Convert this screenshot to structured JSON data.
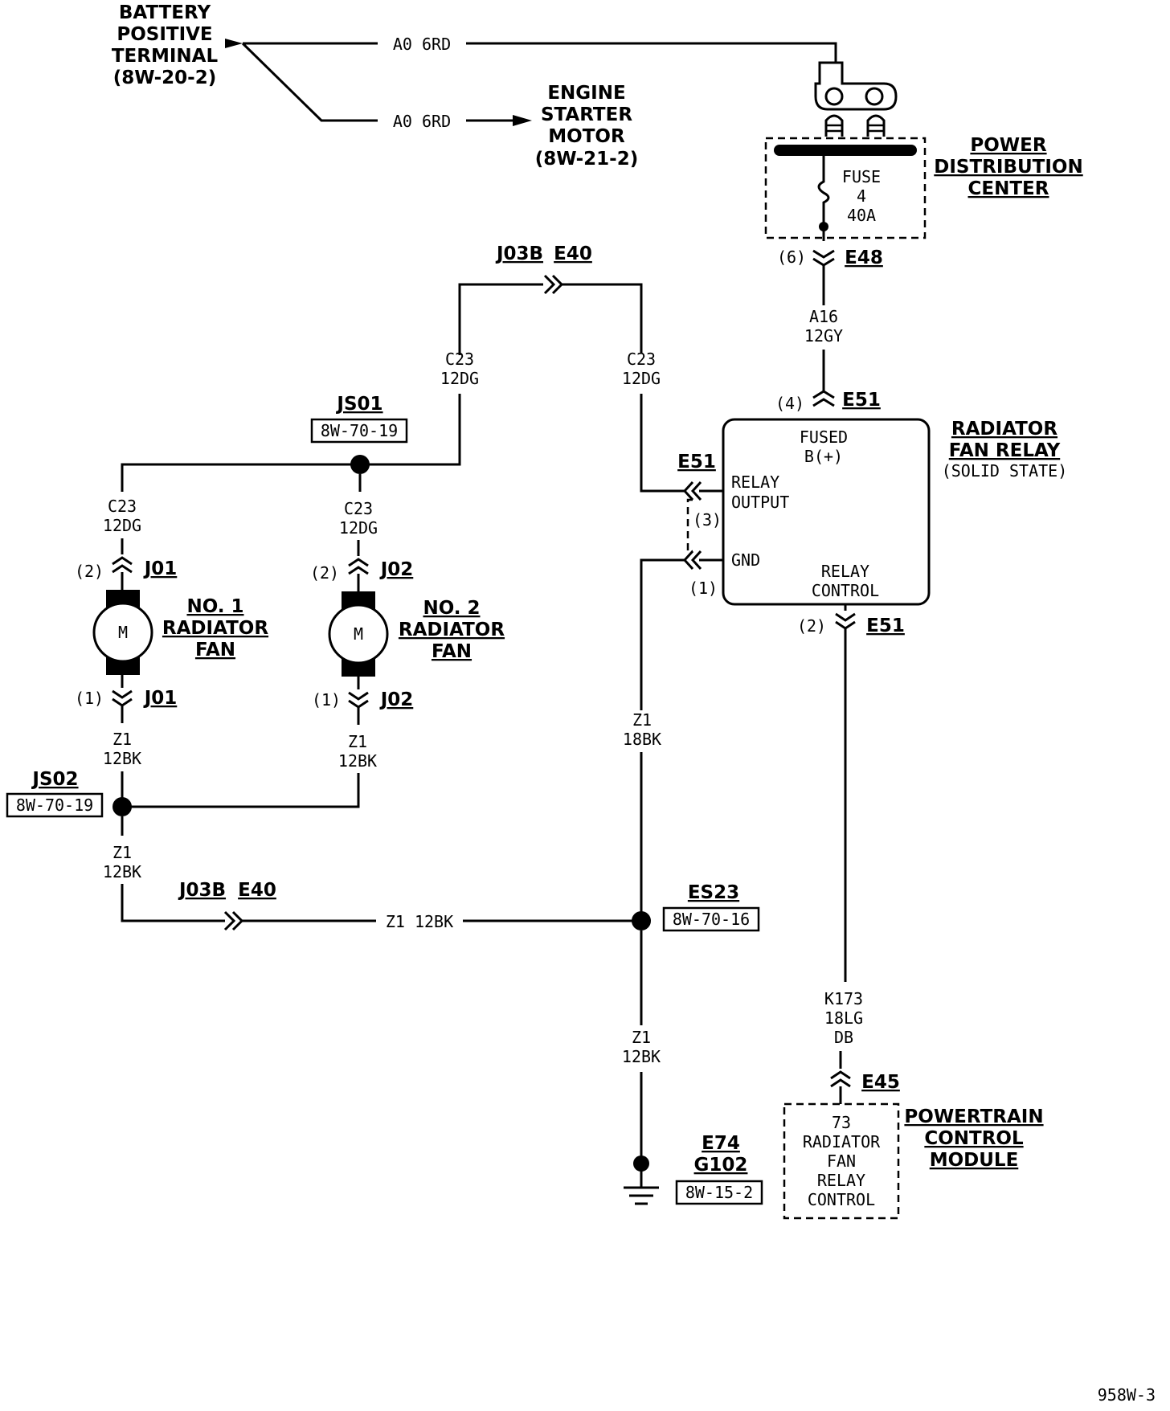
{
  "battery": {
    "line1": "BATTERY",
    "line2": "POSITIVE",
    "line3": "TERMINAL",
    "line4": "(8W-20-2)"
  },
  "wires": {
    "a0_top": "A0 6RD",
    "a0_bottom": "A0 6RD",
    "a16": {
      "circuit": "A16",
      "gauge": "12GY"
    },
    "c23_top_left": {
      "circuit": "C23",
      "gauge": "12DG"
    },
    "c23_top_right": {
      "circuit": "C23",
      "gauge": "12DG"
    },
    "c23_fan1": {
      "circuit": "C23",
      "gauge": "12DG"
    },
    "c23_fan2": {
      "circuit": "C23",
      "gauge": "12DG"
    },
    "z1_fan1": {
      "circuit": "Z1",
      "gauge": "12BK"
    },
    "z1_fan2": {
      "circuit": "Z1",
      "gauge": "12BK"
    },
    "z1_js02_down": {
      "circuit": "Z1",
      "gauge": "12BK"
    },
    "z1_bottom": "Z1 12BK",
    "z1_relay": {
      "circuit": "Z1",
      "gauge": "18BK"
    },
    "z1_ground": {
      "circuit": "Z1",
      "gauge": "12BK"
    },
    "k173": {
      "circuit": "K173",
      "gauge": "18LG",
      "tracer": "DB"
    }
  },
  "starter": {
    "line1": "ENGINE",
    "line2": "STARTER",
    "line3": "MOTOR",
    "line4": "(8W-21-2)"
  },
  "pdc": {
    "line1": "POWER",
    "line2": "DISTRIBUTION",
    "line3": "CENTER",
    "fuse_label": "FUSE",
    "fuse_number": "4",
    "fuse_rating": "40A"
  },
  "connectors": {
    "e48": {
      "pin": "(6)",
      "name": "E48"
    },
    "e51_top": {
      "pin": "(4)",
      "name": "E51"
    },
    "e51_left": {
      "name": "E51",
      "pin3": "(3)",
      "pin1": "(1)"
    },
    "e51_bottom": {
      "pin": "(2)",
      "name": "E51"
    },
    "j03b_top": {
      "a": "J03B",
      "b": "E40"
    },
    "j03b_bottom": {
      "a": "J03B",
      "b": "E40"
    },
    "j01_top": {
      "pin": "(2)",
      "name": "J01"
    },
    "j01_bottom": {
      "pin": "(1)",
      "name": "J01"
    },
    "j02_top": {
      "pin": "(2)",
      "name": "J02"
    },
    "j02_bottom": {
      "pin": "(1)",
      "name": "J02"
    },
    "e45": {
      "name": "E45"
    }
  },
  "relay": {
    "title1": "RADIATOR",
    "title2": "FAN RELAY",
    "title3": "(SOLID STATE)",
    "fused1": "FUSED",
    "fused2": "B(+)",
    "output1": "RELAY",
    "output2": "OUTPUT",
    "gnd": "GND",
    "control1": "RELAY",
    "control2": "CONTROL"
  },
  "splices": {
    "js01": {
      "name": "JS01",
      "ref": "8W-70-19"
    },
    "js02": {
      "name": "JS02",
      "ref": "8W-70-19"
    },
    "es23": {
      "name": "ES23",
      "ref": "8W-70-16"
    }
  },
  "fans": {
    "fan1": {
      "motor": "M",
      "line1": "NO. 1",
      "line2": "RADIATOR",
      "line3": "FAN"
    },
    "fan2": {
      "motor": "M",
      "line1": "NO. 2",
      "line2": "RADIATOR",
      "line3": "FAN"
    }
  },
  "ground": {
    "line1": "E74",
    "line2": "G102",
    "ref": "8W-15-2"
  },
  "pcm": {
    "title1": "POWERTRAIN",
    "title2": "CONTROL",
    "title3": "MODULE",
    "pin": "73",
    "line1": "RADIATOR",
    "line2": "FAN",
    "line3": "RELAY",
    "line4": "CONTROL"
  },
  "page_code": "958W-3"
}
